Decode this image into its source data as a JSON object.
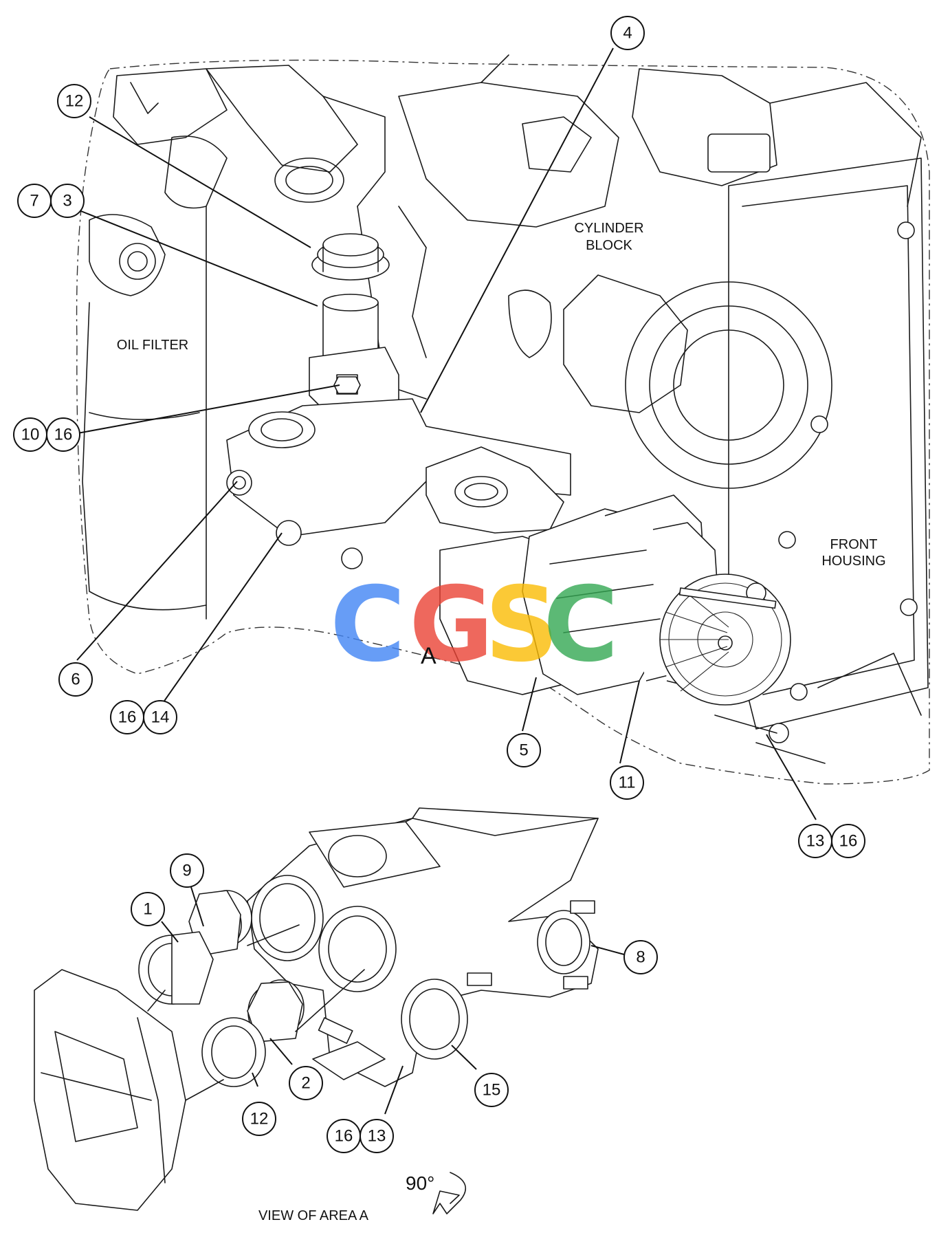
{
  "labels": {
    "oil_filter": "OIL FILTER",
    "cylinder_block_1": "CYLINDER",
    "cylinder_block_2": "BLOCK",
    "front_housing_1": "FRONT",
    "front_housing_2": "HOUSING",
    "view_label": "VIEW OF AREA  A",
    "area_mark": "A",
    "rotation": "90°"
  },
  "callouts": [
    {
      "id": "c4",
      "text": "4"
    },
    {
      "id": "c12a",
      "text": "12"
    },
    {
      "id": "c7",
      "text": "7"
    },
    {
      "id": "c3",
      "text": "3"
    },
    {
      "id": "c10",
      "text": "10"
    },
    {
      "id": "c16a",
      "text": "16"
    },
    {
      "id": "c6",
      "text": "6"
    },
    {
      "id": "c16b",
      "text": "16"
    },
    {
      "id": "c14",
      "text": "14"
    },
    {
      "id": "c5",
      "text": "5"
    },
    {
      "id": "c11",
      "text": "11"
    },
    {
      "id": "c13a",
      "text": "13"
    },
    {
      "id": "c16c",
      "text": "16"
    },
    {
      "id": "c9",
      "text": "9"
    },
    {
      "id": "c1",
      "text": "1"
    },
    {
      "id": "c8",
      "text": "8"
    },
    {
      "id": "c2",
      "text": "2"
    },
    {
      "id": "c15",
      "text": "15"
    },
    {
      "id": "c12b",
      "text": "12"
    },
    {
      "id": "c16d",
      "text": "16"
    },
    {
      "id": "c13b",
      "text": "13"
    }
  ],
  "watermark": {
    "letters": [
      "C",
      "G",
      "S",
      "C"
    ],
    "colors": [
      "#4285f4",
      "#ea4335",
      "#fbbc05",
      "#34a853"
    ]
  }
}
